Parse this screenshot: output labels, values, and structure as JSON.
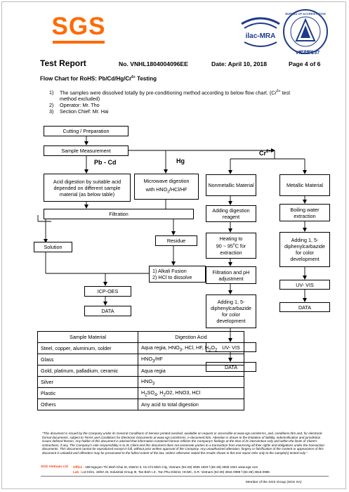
{
  "header": {
    "logo_text": "SGS",
    "ilac_text": "ilac-MRA",
    "accreditation_ring": "BUREAU OF ACCREDITATION",
    "accreditation_country": "VIETNAM",
    "vilas": "VILAS 237",
    "title": "Test Report",
    "report_no": "No. VNHL1804004096EE",
    "date": "Date: April 10, 2018",
    "page": "Page 4 of 6"
  },
  "subtitle": {
    "prefix": "Flow Chart for RoHS: Pb/Cd/Hg/Cr",
    "sup": "6+",
    "suffix": " Testing"
  },
  "notes": [
    {
      "num": "1)",
      "line1a": "The samples were dissolved totally by pre-conditioning method according to below flow chart. (Cr",
      "line1sup": "6+",
      "line1b": " test",
      "line2": "method excluded)"
    },
    {
      "num": "2)",
      "text": "Operator: Mr. Tho"
    },
    {
      "num": "3)",
      "text": "Section Chief: Mr. Hai"
    }
  ],
  "flow": {
    "cutting": "Cutting / Preparation",
    "measurement": "Sample Measurement",
    "label_pbcd": "Pb - Cd",
    "label_hg": "Hg",
    "label_cr": "Cr",
    "label_cr_sup": "6+",
    "acid_digestion": "Acid digestion by suitable acid depended on different sample material (as below table)",
    "microwave_1": "Microwave digestion",
    "microwave_2a": "with HNO",
    "microwave_2sub": "3",
    "microwave_2b": "/HCl/HF",
    "filtration": "Filtration",
    "solution": "Solution",
    "residue": "Residue",
    "alkali_1": "1)   Alkali Fusion",
    "alkali_2": "2)   HCl to dissolve",
    "icp": "ICP-OES",
    "data_left": "DATA",
    "nonmetallic": "Nonmetallic Material",
    "metallic": "Metallic Material",
    "adding_reagent": "Adding digestion reagent",
    "boiling": "Boiling water extraction",
    "heating_1": "Heating to",
    "heating_2": "90 ~ 95",
    "heating_deg": "o",
    "heating_3": "C for",
    "heating_4": "extraction",
    "adding_dpc_right": "Adding 1, 5- diphenylcarbazide for color development",
    "filtration_ph": "Filtration and pH adjustment",
    "uv_vis_right": "UV- VIS",
    "data_right": "DATA",
    "adding_dpc_mid": "Adding 1, 5- diphenylcarbazide for color development",
    "uv_vis_mid": "UV- VIS",
    "data_mid": "DATA"
  },
  "table": {
    "headers": [
      "Sample Material",
      "Digestion Acid"
    ],
    "rows": [
      {
        "material": "Steel, copper, aluminum, solder",
        "acid_a": "Aqua regia, HNO",
        "acid_sub1": "3",
        "acid_b": ", HCl, HF, H",
        "acid_sub2": "2",
        "acid_c": "O",
        "acid_sub3": "2",
        "acid_d": ""
      },
      {
        "material": "Glass",
        "acid_a": "HNO",
        "acid_sub1": "3",
        "acid_b": "/HF",
        "acid_sub2": "",
        "acid_c": "",
        "acid_sub3": "",
        "acid_d": ""
      },
      {
        "material": "Gold, platinum, palladium, ceramic",
        "acid_a": "Aqua regia",
        "acid_sub1": "",
        "acid_b": "",
        "acid_sub2": "",
        "acid_c": "",
        "acid_sub3": "",
        "acid_d": ""
      },
      {
        "material": "Silver",
        "acid_a": "HNO",
        "acid_sub1": "3",
        "acid_b": "",
        "acid_sub2": "",
        "acid_c": "",
        "acid_sub3": "",
        "acid_d": ""
      },
      {
        "material": "Plastic",
        "acid_a": "H",
        "acid_sub1": "2",
        "acid_b": "SO",
        "acid_sub2": "4",
        "acid_c": ", H",
        "acid_sub3": "2",
        "acid_d": "O2, HNO3, HCl"
      },
      {
        "material": "Others",
        "acid_a": "Any acid to total digestion",
        "acid_sub1": "",
        "acid_b": "",
        "acid_sub2": "",
        "acid_c": "",
        "acid_sub3": "",
        "acid_d": ""
      }
    ]
  },
  "footer": {
    "disclaimer": "\"This document is issued by the Company under its General Conditions of Service printed overleaf, available on request or accessible at www.sgs.com/terms_and_conditions.htm and, for electronic format documents, subject to Terms and Conditions for Electronic Documents at www.sgs.com/terms_e-document.htm. Attention is drawn to the limitation of liability, indemnification and jurisdiction issues defined therein. Any holder of this document is advised that information contained hereon reflects the Company's findings at the time of its intervention only and within the limits of Client's instructions, if any. The Company's sole responsibility is to its Client and this document does not exonerate parties to a transaction from exercising all their rights and obligations under the transaction documents. This document cannot be reproduced except in full, without prior written approval of the Company. Any unauthorized alteration, forgery or falsification of the content or appearance of this document is unlawful and offenders may be prosecuted to the fullest extent of the law. Unless otherwise stated the results shown in this test report refer only to the sample(s) tested only.\"",
    "company": "SGS Vietnam  Ltd",
    "office_label": "Office :",
    "office_addr": "198 Nguyen Thi Minh Khai St, District 3, Ho Chi Minh City, Vietnam  (84-28) 3935 1920  f (84-28) 3935 1921   www.sgs.com",
    "lab_label": "Lab :",
    "lab_addr": "Lot III/21, 19/5A St, Industrial Group III, Tan Binh I.Z., Tan Phu District, HCMC, S.R. Vietnam  (84-28) 3816 0999  f (84-28) 3816 0996",
    "member": "Member of the SGS Group (SGS SA)"
  }
}
